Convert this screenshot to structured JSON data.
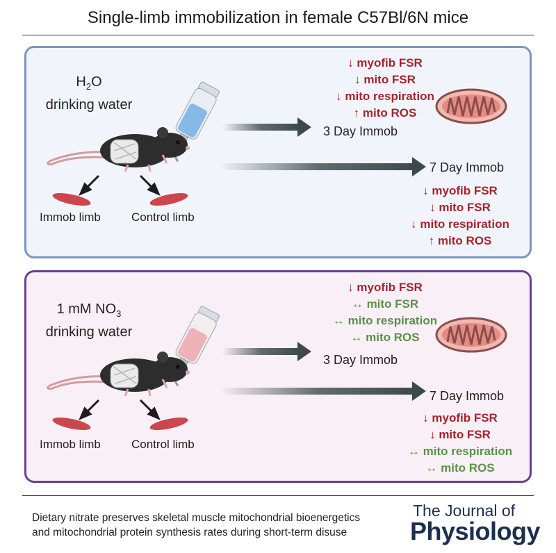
{
  "title": "Single-limb immobilization in female C57Bl/6N mice",
  "panels": [
    {
      "water_line1_prefix": "H",
      "water_line1_sub": "2",
      "water_line1_suffix": "O",
      "water_line2": "drinking water",
      "bottle_color": "#86b9e8",
      "immob_limb": "Immob limb",
      "control_limb": "Control limb",
      "day3_label": "3 Day Immob",
      "day7_label": "7 Day Immob",
      "day3_effects": [
        {
          "symbol": "↓",
          "text": "myofib FSR",
          "status": "down"
        },
        {
          "symbol": "↓",
          "text": "mito FSR",
          "status": "down"
        },
        {
          "symbol": "↓",
          "text": "mito respiration",
          "status": "down"
        },
        {
          "symbol": "↑",
          "text": "mito ROS",
          "status": "down"
        }
      ],
      "day7_effects": [
        {
          "symbol": "↓",
          "text": "myofib FSR",
          "status": "down"
        },
        {
          "symbol": "↓",
          "text": "mito FSR",
          "status": "down"
        },
        {
          "symbol": "↓",
          "text": "mito respiration",
          "status": "down"
        },
        {
          "symbol": "↑",
          "text": "mito ROS",
          "status": "down"
        }
      ]
    },
    {
      "water_line1_prefix": "1 mM NO",
      "water_line1_sub": "3",
      "water_line1_suffix": "",
      "water_line2": "drinking water",
      "bottle_color": "#eeb3b8",
      "immob_limb": "Immob limb",
      "control_limb": "Control limb",
      "day3_label": "3 Day Immob",
      "day7_label": "7 Day Immob",
      "day3_effects": [
        {
          "symbol": "↓",
          "text": "myofib FSR",
          "status": "down"
        },
        {
          "symbol": "↔",
          "text": "mito FSR",
          "status": "same"
        },
        {
          "symbol": "↔",
          "text": "mito respiration",
          "status": "same"
        },
        {
          "symbol": "↔",
          "text": "mito ROS",
          "status": "same"
        }
      ],
      "day7_effects": [
        {
          "symbol": "↓",
          "text": "myofib FSR",
          "status": "down"
        },
        {
          "symbol": "↓",
          "text": "mito FSR",
          "status": "down"
        },
        {
          "symbol": "↔",
          "text": "mito respiration",
          "status": "same"
        },
        {
          "symbol": "↔",
          "text": "mito ROS",
          "status": "same"
        }
      ]
    }
  ],
  "colors": {
    "down": "#a8222b",
    "same": "#5a9147",
    "panel_top_border": "#7d95bd",
    "panel_bottom_border": "#6a3d96"
  },
  "footer": {
    "line1": "Dietary nitrate preserves skeletal muscle mitochondrial bioenergetics",
    "line2": "and mitochondrial protein synthesis rates during short-term disuse",
    "journal_line1": "The Journal of",
    "journal_line2": "Physiology"
  }
}
